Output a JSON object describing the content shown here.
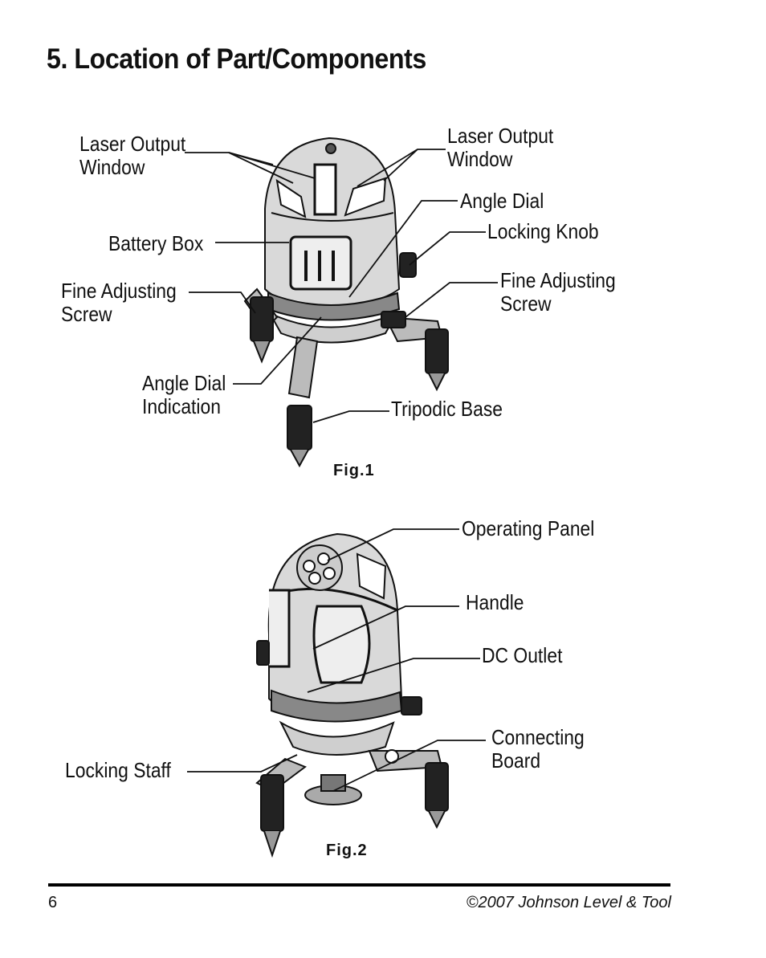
{
  "page": {
    "title": "5. Location of Part/Components",
    "page_number": "6",
    "copyright": "©2007 Johnson Level & Tool"
  },
  "fig1": {
    "caption": "Fig.1",
    "labels": {
      "laser_output_left": "Laser Output\nWindow",
      "laser_output_right": "Laser Output\nWindow",
      "angle_dial": "Angle Dial",
      "locking_knob": "Locking Knob",
      "battery_box": "Battery Box",
      "fine_adjusting_left": "Fine Adjusting\nScrew",
      "fine_adjusting_right": "Fine Adjusting\nScrew",
      "angle_dial_indication": "Angle Dial\nIndication",
      "tripodic_base": "Tripodic Base"
    }
  },
  "fig2": {
    "caption": "Fig.2",
    "labels": {
      "operating_panel": "Operating Panel",
      "handle": "Handle",
      "dc_outlet": "DC Outlet",
      "connecting_board": "Connecting\nBoard",
      "locking_staff": "Locking Staff"
    }
  }
}
